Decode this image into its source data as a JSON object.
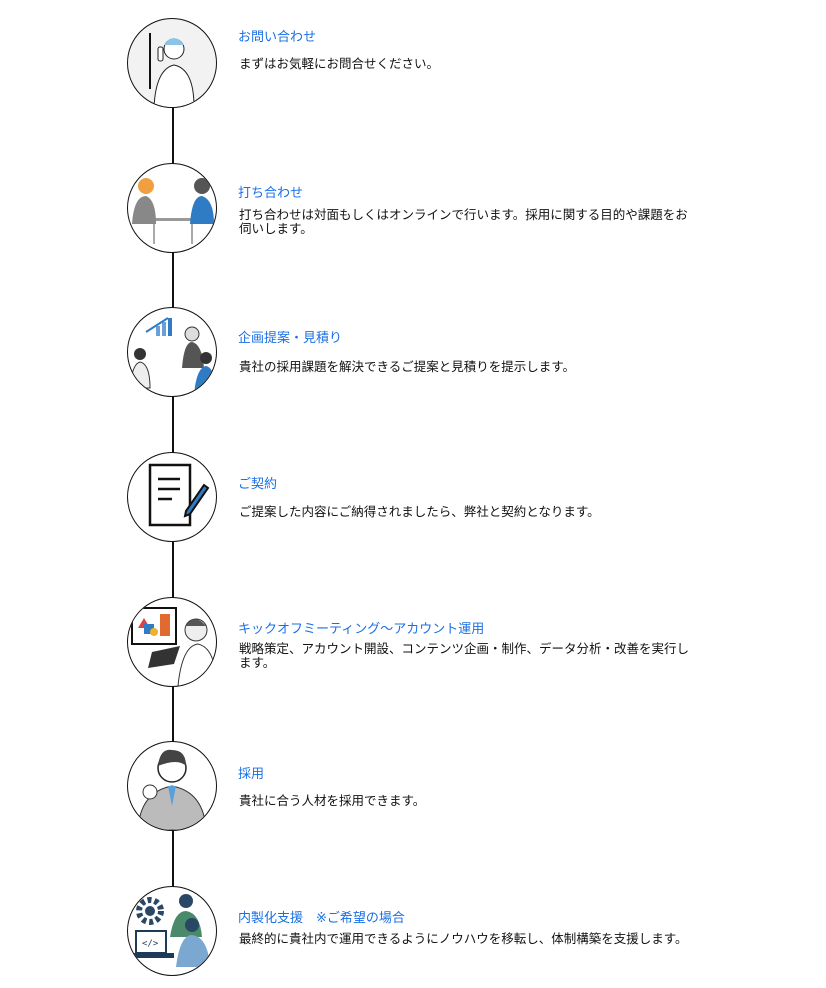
{
  "steps": [
    {
      "title": "お問い合わせ",
      "description": "まずはお気軽にお問合せください。",
      "icon": "phone-call-icon"
    },
    {
      "title": "打ち合わせ",
      "description": "打ち合わせは対面もしくはオンラインで行います。採用に関する目的や課題をお伺いします。",
      "icon": "meeting-icon"
    },
    {
      "title": "企画提案・見積り",
      "description": "貴社の採用課題を解決できるご提案と見積りを提示します。",
      "icon": "presentation-icon"
    },
    {
      "title": "ご契約",
      "description": "ご提案した内容にご納得されましたら、弊社と契約となります。",
      "icon": "contract-document-icon"
    },
    {
      "title": "キックオフミーティング〜アカウント運用",
      "description": "戦略策定、アカウント開設、コンテンツ企画・制作、データ分析・改善を実行します。",
      "icon": "kickoff-icon"
    },
    {
      "title": "採用",
      "description": "貴社に合う人材を採用できます。",
      "icon": "hired-person-icon"
    },
    {
      "title": "内製化支援　※ご希望の場合",
      "description": "最終的に貴社内で運用できるようにノウハウを移転し、体制構築を支援します。",
      "icon": "in-house-support-icon"
    }
  ],
  "colors": {
    "title": "#1a6fe6",
    "text": "#111111",
    "line": "#111111"
  }
}
